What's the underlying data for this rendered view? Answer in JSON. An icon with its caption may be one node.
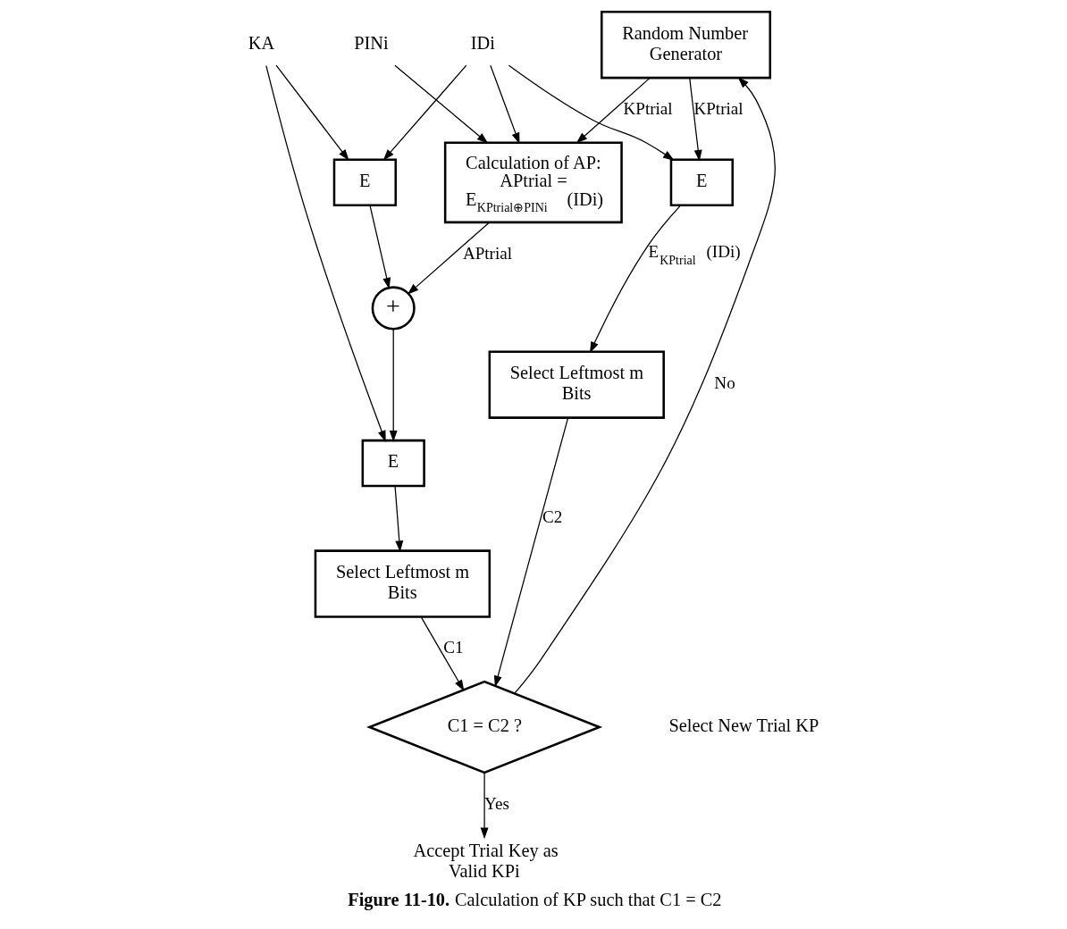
{
  "diagram": {
    "caption": "**Figure 11-10.** Calculation of KP such that C1 = C2",
    "nodes": [
      {
        "text": [
          "KA"
        ]
      },
      {
        "text": [
          "IDi"
        ]
      },
      {
        "text": [
          "PINi"
        ]
      },
      {
        "text": [
          "Random Number Generator"
        ]
      },
      {
        "text": [
          "Calculation of AP: APtrial = E$_{KPtrial⊕PINi}$(IDi)"
        ]
      },
      {
        "text": [
          "E"
        ]
      },
      {
        "text": [
          "E"
        ]
      },
      {
        "text": [
          "+"
        ]
      },
      {
        "text": [
          "Select Leftmost m Bits"
        ]
      },
      {
        "text": [
          "E"
        ]
      },
      {
        "text": [
          "Select Leftmost m Bits"
        ]
      },
      {
        "text": [
          "C1 = C2 ?"
        ]
      },
      {
        "text": [
          "Accept Trial Key as Valid KPi"
        ]
      }
    ],
    "edges": [
      {
        "from": 1,
        "to": 6,
        "arrow": "to"
      },
      {
        "from": 1,
        "to": 4,
        "arrow": "to"
      },
      {
        "from": 1,
        "to": 5,
        "arrow": "to"
      },
      {
        "from": 2,
        "to": 4,
        "arrow": "to"
      },
      {
        "from": 3,
        "to": 4,
        "arrow": "to",
        "label": "KPtrial"
      },
      {
        "from": 3,
        "to": 5,
        "arrow": "to",
        "label": "KPtrial"
      },
      {
        "from": 0,
        "to": 6,
        "arrow": "to"
      },
      {
        "from": 0,
        "to": 9,
        "arrow": "to"
      },
      {
        "from": 4,
        "to": 7,
        "arrow": "to",
        "label": "APtrial"
      },
      {
        "from": 6,
        "to": 7,
        "arrow": "to"
      },
      {
        "from": 7,
        "to": 9,
        "arrow": "to"
      },
      {
        "from": 5,
        "to": 8,
        "arrow": "to",
        "label": "E$_{KPtrial}$(IDi)"
      },
      {
        "from": 8,
        "to": 11,
        "arrow": "to",
        "label": "C2"
      },
      {
        "from": 9,
        "to": 10,
        "arrow": "to"
      },
      {
        "from": 10,
        "to": 11,
        "arrow": "to",
        "label": "C1"
      },
      {
        "from": 11,
        "to": 3,
        "arrow": "to",
        "label": "No"
      },
      {
        "from": 11,
        "to": 12,
        "arrow": "to",
        "label": "Yes"
      }
    ],
    "labels": [
      "Select New Trial KP"
    ]
  }
}
